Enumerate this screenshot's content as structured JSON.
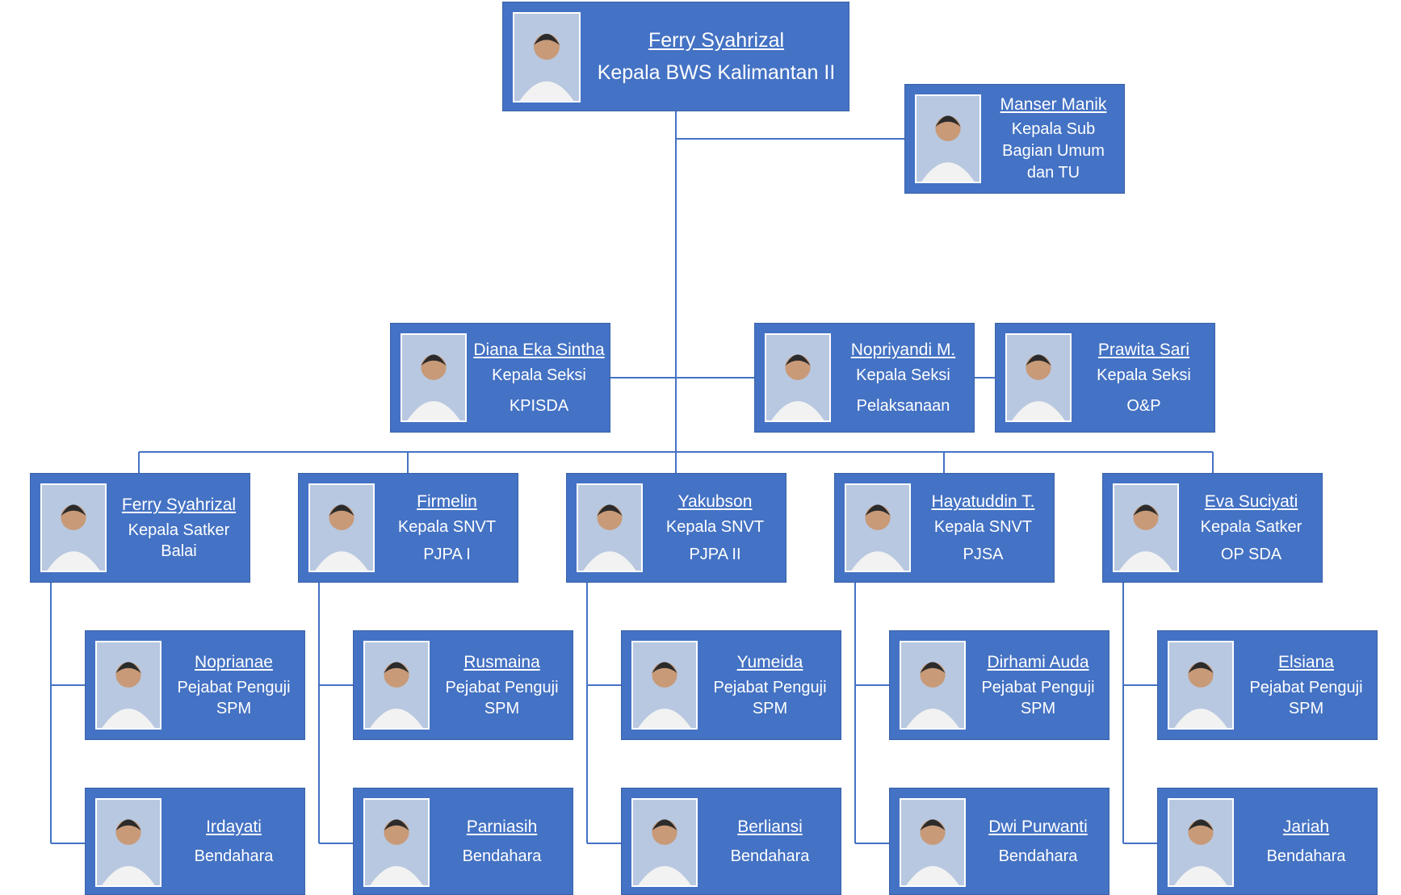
{
  "org_chart": {
    "head": {
      "name": "Ferry Syahrizal",
      "role": "Kepala BWS Kalimantan II"
    },
    "staff_unit": {
      "name": "Manser Manik",
      "role": "Kepala Sub Bagian Umum dan TU"
    },
    "sections": [
      {
        "name": "Diana Eka Sintha",
        "role": "Kepala Seksi",
        "role2": "KPISDA"
      },
      {
        "name": "Nopriyandi M.",
        "role": "Kepala Seksi",
        "role2": "Pelaksanaan"
      },
      {
        "name": "Prawita Sari",
        "role": "Kepala Seksi",
        "role2": "O&P"
      }
    ],
    "units": [
      {
        "name": "Ferry Syahrizal",
        "role": "Kepala Satker Balai",
        "subordinates": [
          {
            "name": "Noprianae",
            "role": "Pejabat Penguji SPM"
          },
          {
            "name": "Irdayati",
            "role": "Bendahara"
          }
        ]
      },
      {
        "name": "Firmelin",
        "role": "Kepala SNVT",
        "role2": "PJPA I",
        "subordinates": [
          {
            "name": "Rusmaina",
            "role": "Pejabat Penguji SPM"
          },
          {
            "name": "Parniasih",
            "role": "Bendahara"
          }
        ]
      },
      {
        "name": "Yakubson",
        "role": "Kepala SNVT",
        "role2": "PJPA II",
        "subordinates": [
          {
            "name": "Yumeida",
            "role": "Pejabat Penguji SPM"
          },
          {
            "name": "Berliansi",
            "role": "Bendahara"
          }
        ]
      },
      {
        "name": "Hayatuddin T.",
        "role": "Kepala SNVT",
        "role2": "PJSA",
        "subordinates": [
          {
            "name": "Dirhami Auda",
            "role": "Pejabat Penguji SPM"
          },
          {
            "name": "Dwi Purwanti",
            "role": "Bendahara"
          }
        ]
      },
      {
        "name": "Eva Suciyati",
        "role": "Kepala Satker",
        "role2": "OP SDA",
        "subordinates": [
          {
            "name": "Elsiana",
            "role": "Pejabat Penguji SPM"
          },
          {
            "name": "Jariah",
            "role": "Bendahara"
          }
        ]
      }
    ]
  },
  "colors": {
    "box": "#4472c4",
    "line": "#4472c4",
    "text": "#ffffff"
  }
}
